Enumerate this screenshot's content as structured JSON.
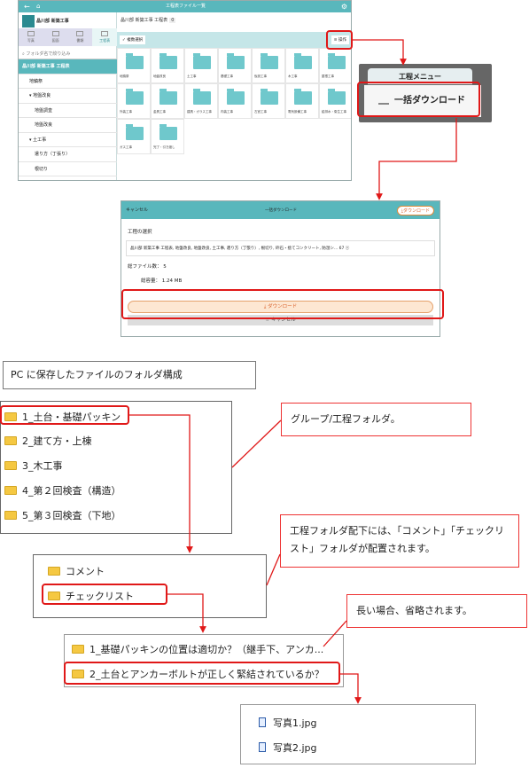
{
  "app": {
    "title": "工程表ファイル一覧",
    "project": "晶川部 新築工事",
    "sidebar_tabs": [
      "写真",
      "図面",
      "書類",
      "工程表"
    ],
    "search_placeholder": "フォルダ名で絞り込み",
    "nav_items": [
      {
        "label": "晶川部 新築工事 工程表",
        "type": "head"
      },
      {
        "label": "地鎮祭",
        "type": "item"
      },
      {
        "label": "▾ 地盤改良",
        "type": "item"
      },
      {
        "label": "地盤調査",
        "type": "sub"
      },
      {
        "label": "地盤改良",
        "type": "sub"
      },
      {
        "label": "▾ 土工事",
        "type": "item"
      },
      {
        "label": "遣り方（丁張り）",
        "type": "sub"
      },
      {
        "label": "根切り",
        "type": "sub"
      }
    ],
    "main_header": "晶川部 新築工事 工程表",
    "main_count": "0",
    "select_label": "✓ 複数選択",
    "ops_label": "≡ 操作",
    "folders": [
      "地鎮祭",
      "地盤改良",
      "土工事",
      "基礎工事",
      "仮設工事",
      "木工事",
      "屋根工事",
      "外装工事",
      "金具工事",
      "建具・ガラス工事",
      "内装工事",
      "左官工事",
      "電気設備工事",
      "給排水・衛生工事",
      "ガス工事",
      "完了・引き渡し"
    ]
  },
  "menu": {
    "title": "工程メニュー",
    "item": "一括ダウンロード"
  },
  "dialog": {
    "cancel": "キャンセル",
    "title": "一括ダウンロード",
    "download_small": "ダウンロード",
    "section": "工程の選択",
    "selection": "晶川部 新築工事 工程表, 地盤改良, 地盤改良, 土工事, 遣り方（丁張り）, 根切り, 砕石・捨てコンクリート, 防湿シ...",
    "selection_count": "67",
    "file_count_label": "総ファイル数：",
    "file_count": "5",
    "size_label": "総容量：",
    "size": "1.24 MB",
    "download_button": "ダウンロード",
    "cancel_button": "キャンセル"
  },
  "caption": "PC に保存したファイルのフォルダ構成",
  "group_folders": [
    "1_土台・基礎パッキン",
    "2_建て方・上棟",
    "3_木工事",
    "4_第２回検査（構造）",
    "5_第３回検査（下地）"
  ],
  "sub_folders": [
    "コメント",
    "チェックリスト"
  ],
  "check_items": [
    "1_基礎パッキンの位置は適切か？（継手下、アンカ...",
    "2_土台とアンカーボルトが正しく緊結されているか？"
  ],
  "files": [
    "写真1.jpg",
    "写真2.jpg"
  ],
  "notes": {
    "group": "グループ/工程フォルダ。",
    "sub": "工程フォルダ配下には、「コメント」「チェックリスト」フォルダが配置されます。",
    "long": "長い場合、省略されます。"
  },
  "colors": {
    "accent": "#59b7bc",
    "highlight": "#e01818",
    "folder": "#f5c842"
  }
}
